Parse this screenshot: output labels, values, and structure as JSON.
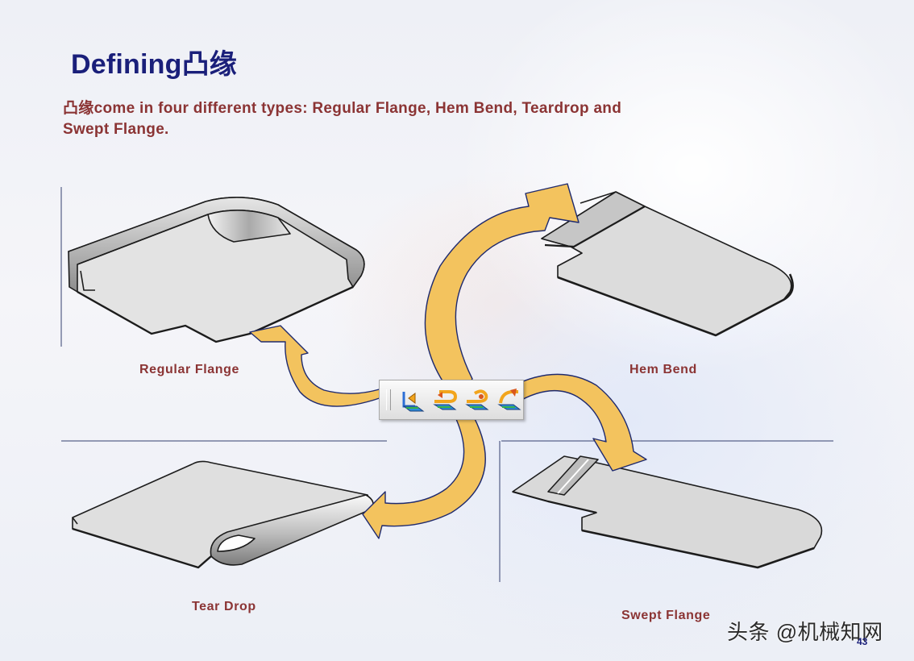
{
  "slide": {
    "title": "Defining凸缘",
    "intro": "凸缘come in four different types: Regular Flange, Hem Bend, Teardrop and Swept Flange.",
    "labels": {
      "regular": "Regular  Flange",
      "hem": "Hem  Bend",
      "tear": "Tear Drop",
      "swept": "Swept  Flange"
    },
    "toolbar": {
      "icons": [
        "flange-icon",
        "hem-icon",
        "tear-drop-icon",
        "swept-flange-icon"
      ]
    },
    "watermark": "头条 @机械知网",
    "page_number": "43"
  },
  "colors": {
    "title": "#1a1f7a",
    "label": "#8b3434",
    "arrow_fill": "#f3c35e",
    "arrow_stroke": "#1f2a6e"
  }
}
